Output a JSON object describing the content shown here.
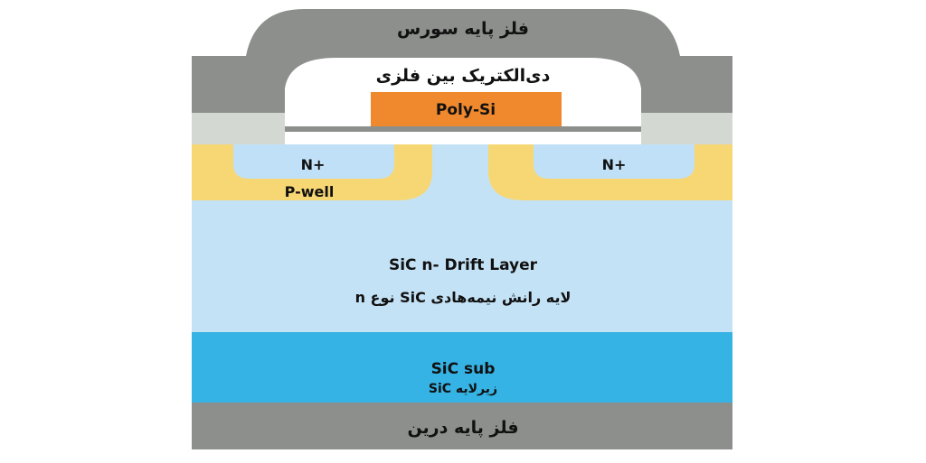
{
  "labels": {
    "source_metal": "فلز پایه سورس",
    "interlayer_dielectric": "دی‌الکتریک بین فلزی",
    "poly_si": "Poly-Si",
    "n_plus_left": "N+",
    "n_plus_right": "N+",
    "p_well": "P-well",
    "drift_layer_en": "SiC n- Drift Layer",
    "drift_layer_fa": "لایه رانش نیمه‌هادی SiC نوع n",
    "substrate_en": "SiC sub",
    "substrate_fa": "زیرلایه SiC",
    "drain_metal": "فلز پایه درین"
  },
  "colors": {
    "metal": "#8c8f8c",
    "side_oxide": "#d4d8d3",
    "dielectric": "#ffffff",
    "poly_si": "#f0892d",
    "gate_oxide": "#8c8f8c",
    "p_well": "#f7d774",
    "n_plus": "#bfe0f6",
    "drift": "#c4e2f5",
    "substrate": "#35b3e4",
    "drain": "#8c8f8c"
  }
}
